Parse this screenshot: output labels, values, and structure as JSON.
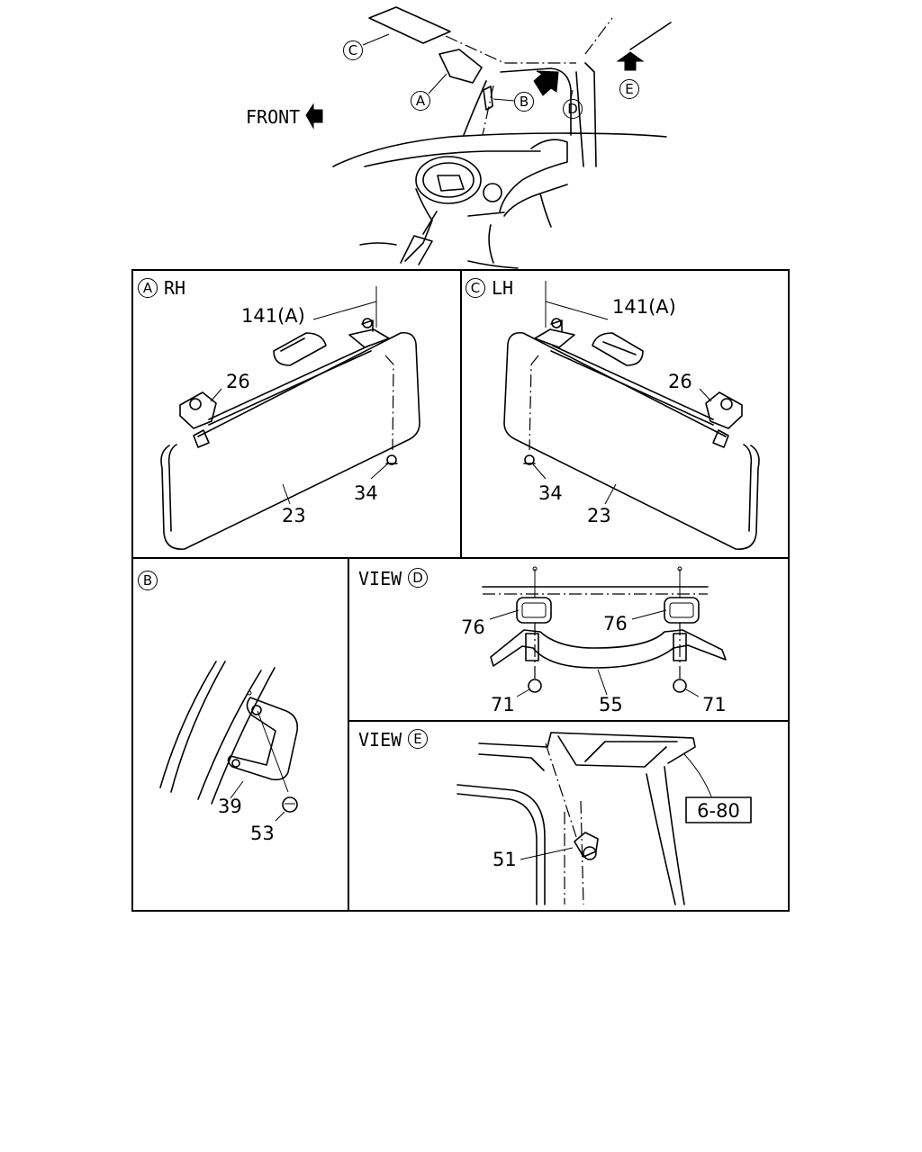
{
  "overview": {
    "front_label": "FRONT",
    "callouts": {
      "a": "A",
      "b": "B",
      "c": "C",
      "d": "D",
      "e": "E"
    }
  },
  "panel_a": {
    "letter": "A",
    "side": "RH",
    "part_141": "141(A)",
    "part_26": "26",
    "part_34": "34",
    "part_23": "23"
  },
  "panel_c": {
    "letter": "C",
    "side": "LH",
    "part_141": "141(A)",
    "part_26": "26",
    "part_34": "34",
    "part_23": "23"
  },
  "panel_b": {
    "letter": "B",
    "part_39": "39",
    "part_53": "53"
  },
  "panel_d": {
    "view_label": "VIEW",
    "letter": "D",
    "part_76_left": "76",
    "part_76_right": "76",
    "part_71_left": "71",
    "part_71_right": "71",
    "part_55": "55"
  },
  "panel_e": {
    "view_label": "VIEW",
    "letter": "E",
    "part_51": "51",
    "ref_box": "6-80"
  }
}
